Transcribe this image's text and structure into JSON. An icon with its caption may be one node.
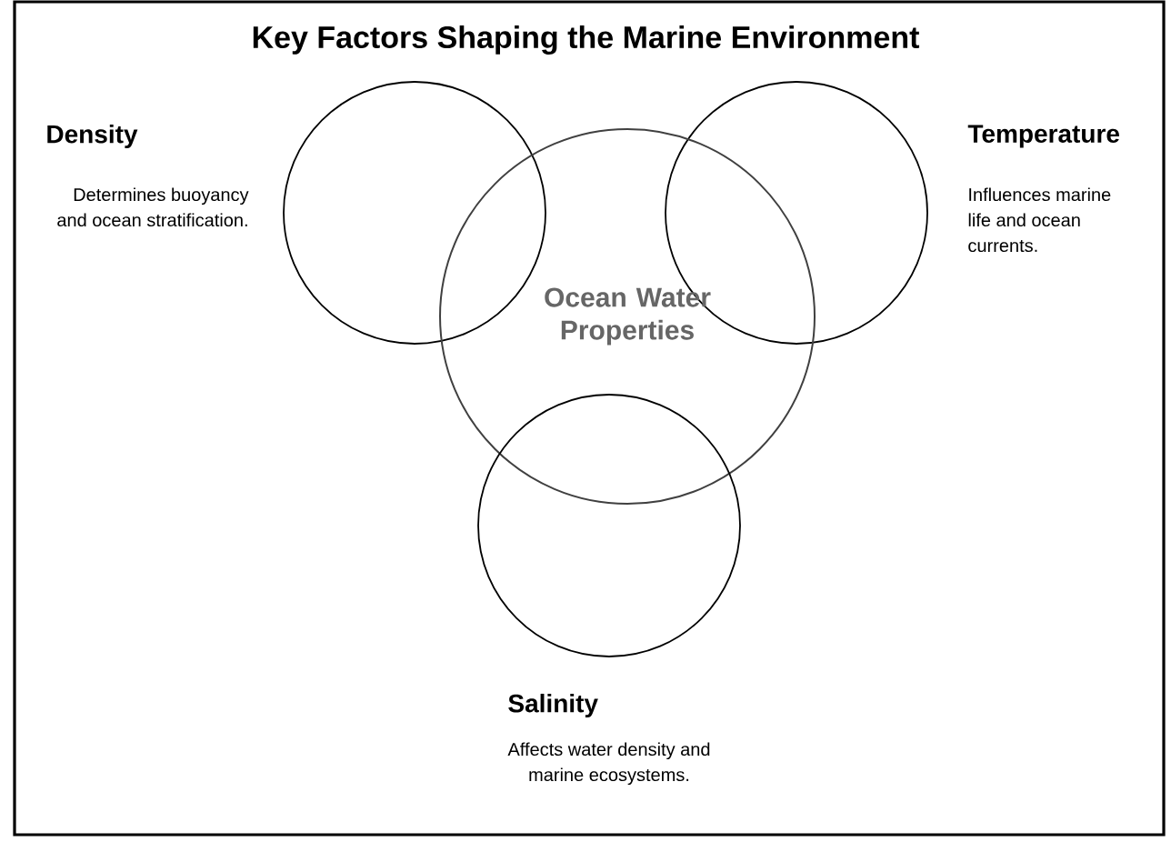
{
  "diagram": {
    "title": "Key Factors Shaping the Marine Environment",
    "nodes": [
      {
        "text": [],
        "shape": "circle",
        "beside": [
          "Density",
          "Determines buoyancy and ocean stratification."
        ]
      },
      {
        "text": [],
        "shape": "circle",
        "beside": [
          "Temperature",
          "Influences marine life and ocean currents."
        ]
      },
      {
        "text": [
          "Ocean Water Properties"
        ]
      },
      {
        "text": [],
        "shape": "circle",
        "beside": [
          "Salinity",
          "Affects water density and marine ecosystems."
        ]
      }
    ],
    "edges": []
  }
}
